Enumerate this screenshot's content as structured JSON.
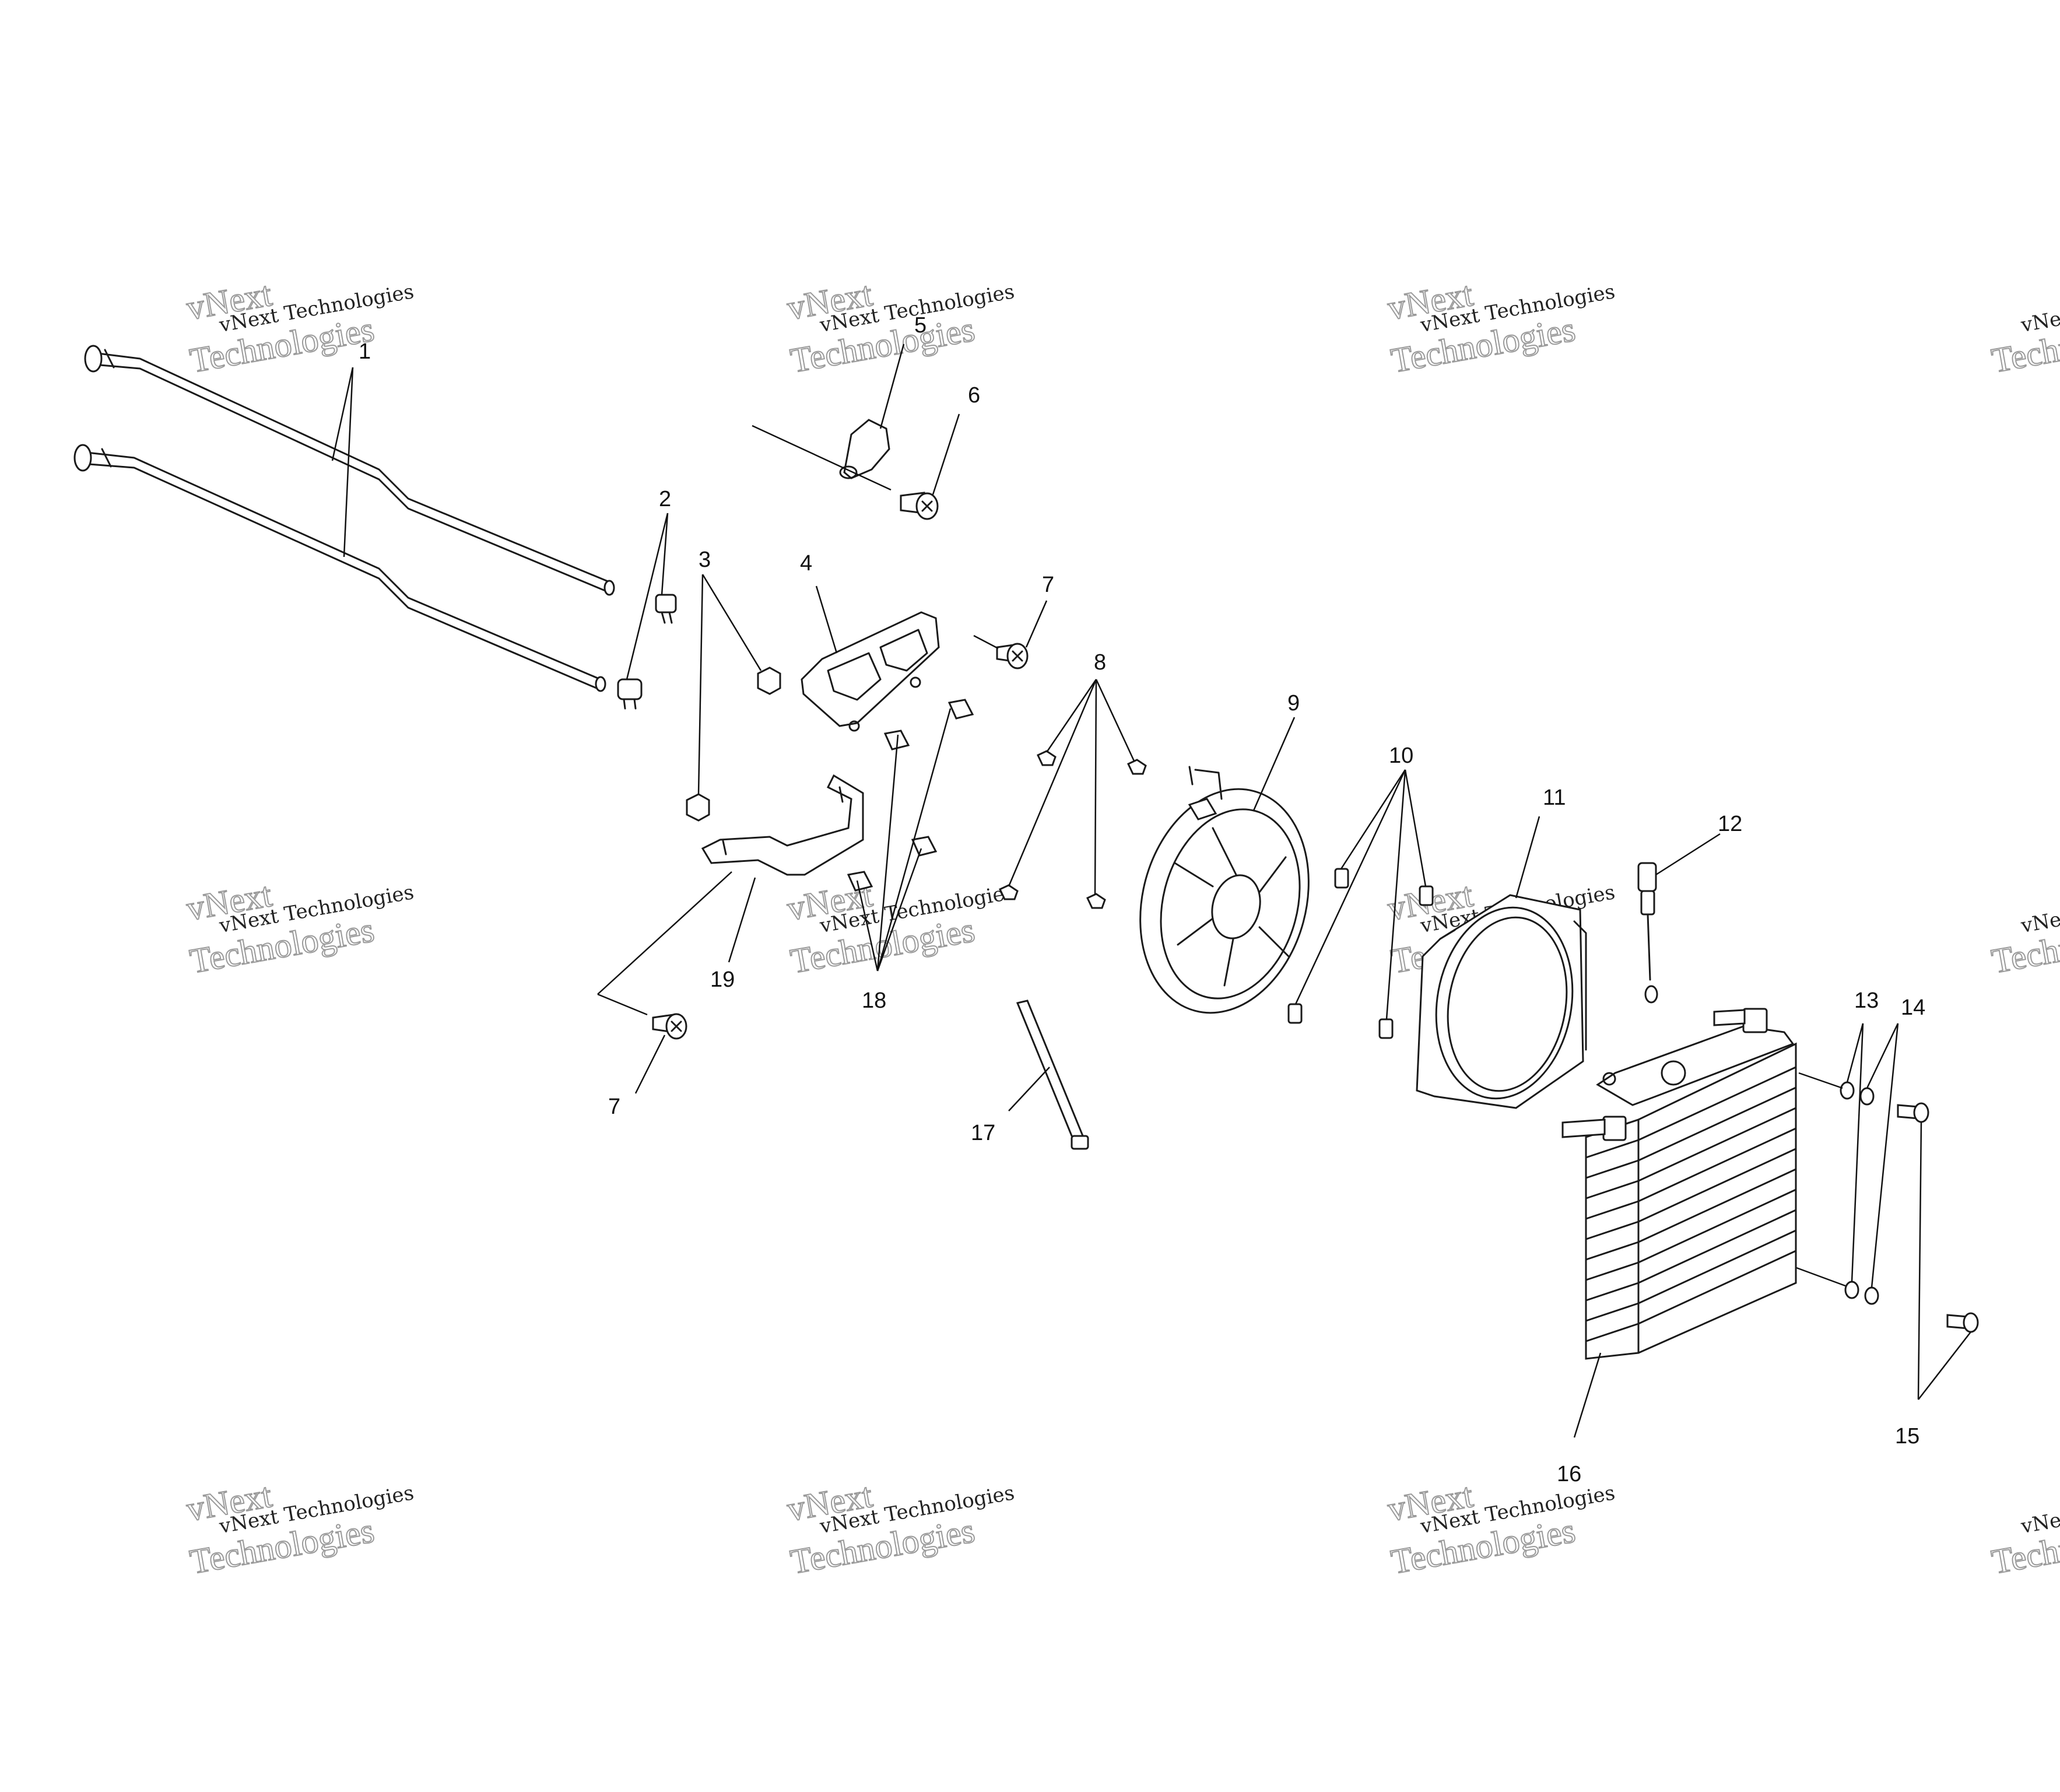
{
  "watermark": {
    "line1": "vNext Technologies",
    "line2": "Technologies",
    "logo": "vNext"
  },
  "callouts": [
    "1",
    "2",
    "3",
    "4",
    "5",
    "6",
    "7",
    "7",
    "8",
    "9",
    "10",
    "11",
    "12",
    "13",
    "14",
    "15",
    "16",
    "17",
    "18",
    "19"
  ],
  "colors": {
    "line": "#1a1a1a",
    "background": "#ffffff",
    "watermark": "#9a9a9a"
  }
}
